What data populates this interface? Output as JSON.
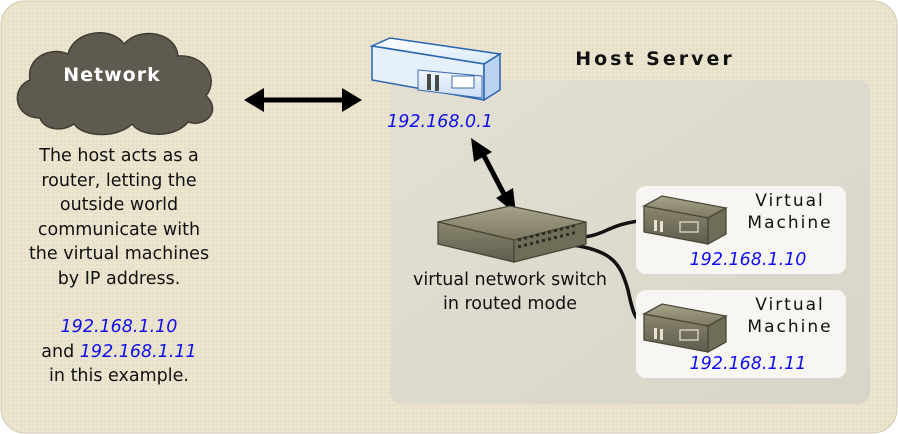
{
  "network": {
    "label": "Network"
  },
  "host": {
    "title": "Host Server",
    "router_ip": "192.168.0.1"
  },
  "switch": {
    "label_line1": "virtual network switch",
    "label_line2": "in routed mode"
  },
  "vms": [
    {
      "label_line1": "Virtual",
      "label_line2": "Machine",
      "ip": "192.168.1.10"
    },
    {
      "label_line1": "Virtual",
      "label_line2": "Machine",
      "ip": "192.168.1.11"
    }
  ],
  "description": {
    "lines": [
      "The host acts as a",
      "router, letting the",
      "outside world",
      "communicate with",
      "the virtual machines",
      "by IP address."
    ],
    "example_ip1": "192.168.1.10",
    "example_and": "and",
    "example_ip2": "192.168.1.11",
    "example_suffix": "in this example."
  },
  "colors": {
    "background": "#ece6d3",
    "host_panel": "#dedcd2",
    "ip_text": "#1010ee",
    "cloud": "#5e5a4f"
  }
}
